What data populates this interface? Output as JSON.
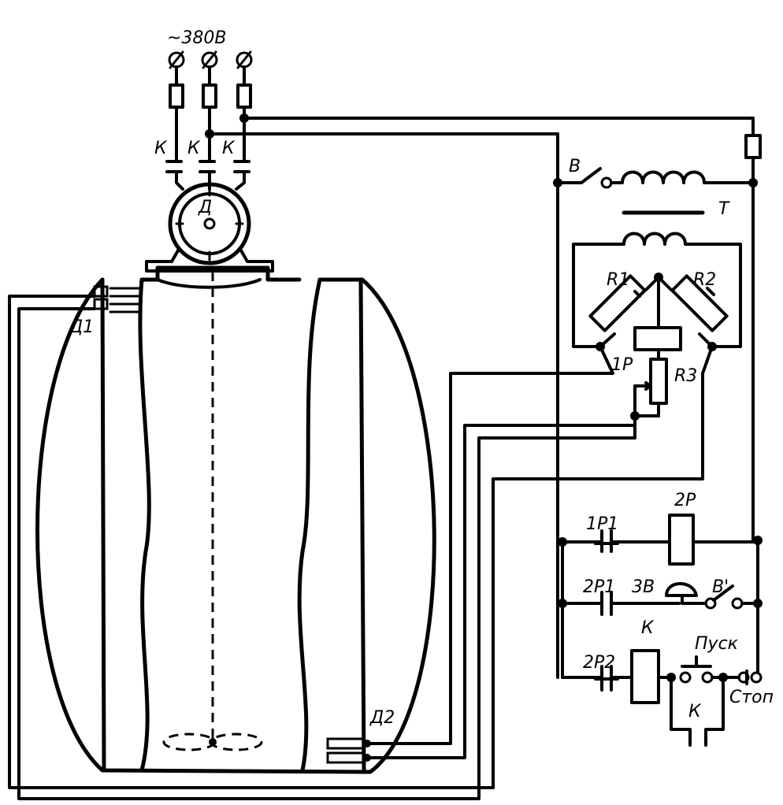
{
  "labels": {
    "supply": "~380В",
    "contactor_k1": "К",
    "contactor_k2": "К",
    "contactor_k3": "К",
    "motor": "Д",
    "switch_b": "В",
    "transformer": "Т",
    "r1": "R1",
    "r2": "R2",
    "r3": "R3",
    "relay_1p": "1Р",
    "relay_2p": "2Р",
    "contact_1p1": "1Р1",
    "contact_2p1": "2Р1",
    "bell": "3В",
    "switch_b2": "В'",
    "coil_k": "К",
    "contact_2p2": "2Р2",
    "start": "Пуск",
    "stop": "Стоп",
    "hold_k": "К",
    "sensor_d1": "Д1",
    "sensor_d2": "Д2"
  }
}
